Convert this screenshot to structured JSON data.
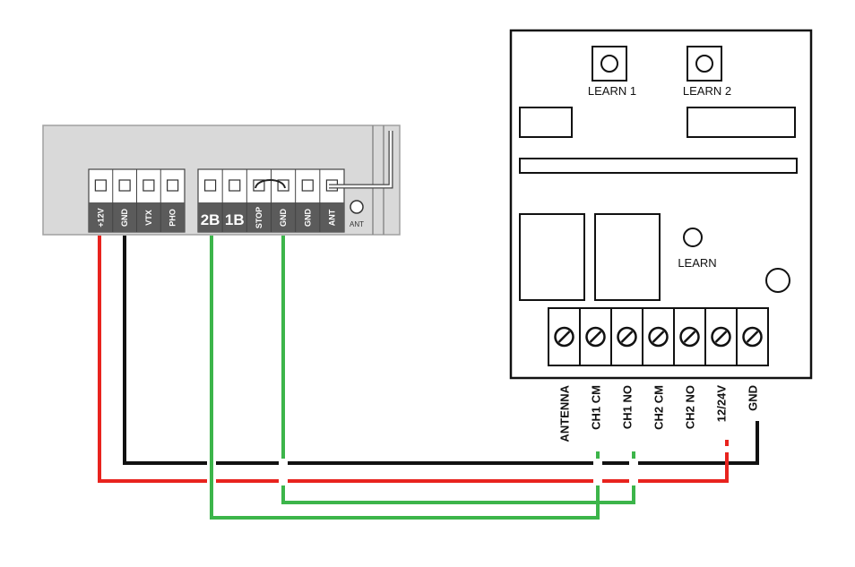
{
  "controller": {
    "terminals_left": [
      "+12V",
      "GND",
      "VTX",
      "PHO"
    ],
    "terminals_right": [
      "2B",
      "1B",
      "STOP",
      "GND",
      "GND",
      "ANT"
    ],
    "ant_label": "ANT"
  },
  "receiver": {
    "learn1_label": "LEARN 1",
    "learn2_label": "LEARN 2",
    "learn_label": "LEARN",
    "terminals": [
      "ANTENNA",
      "CH1 CM",
      "CH1 NO",
      "CH2 CM",
      "CH2 NO",
      "12/24V",
      "GND"
    ]
  },
  "colors": {
    "power_positive": "#e8231e",
    "ground": "#111111",
    "signal": "#3cb54a",
    "panel_gray": "#d8d8d8",
    "block_dark": "#5d5d5d"
  }
}
